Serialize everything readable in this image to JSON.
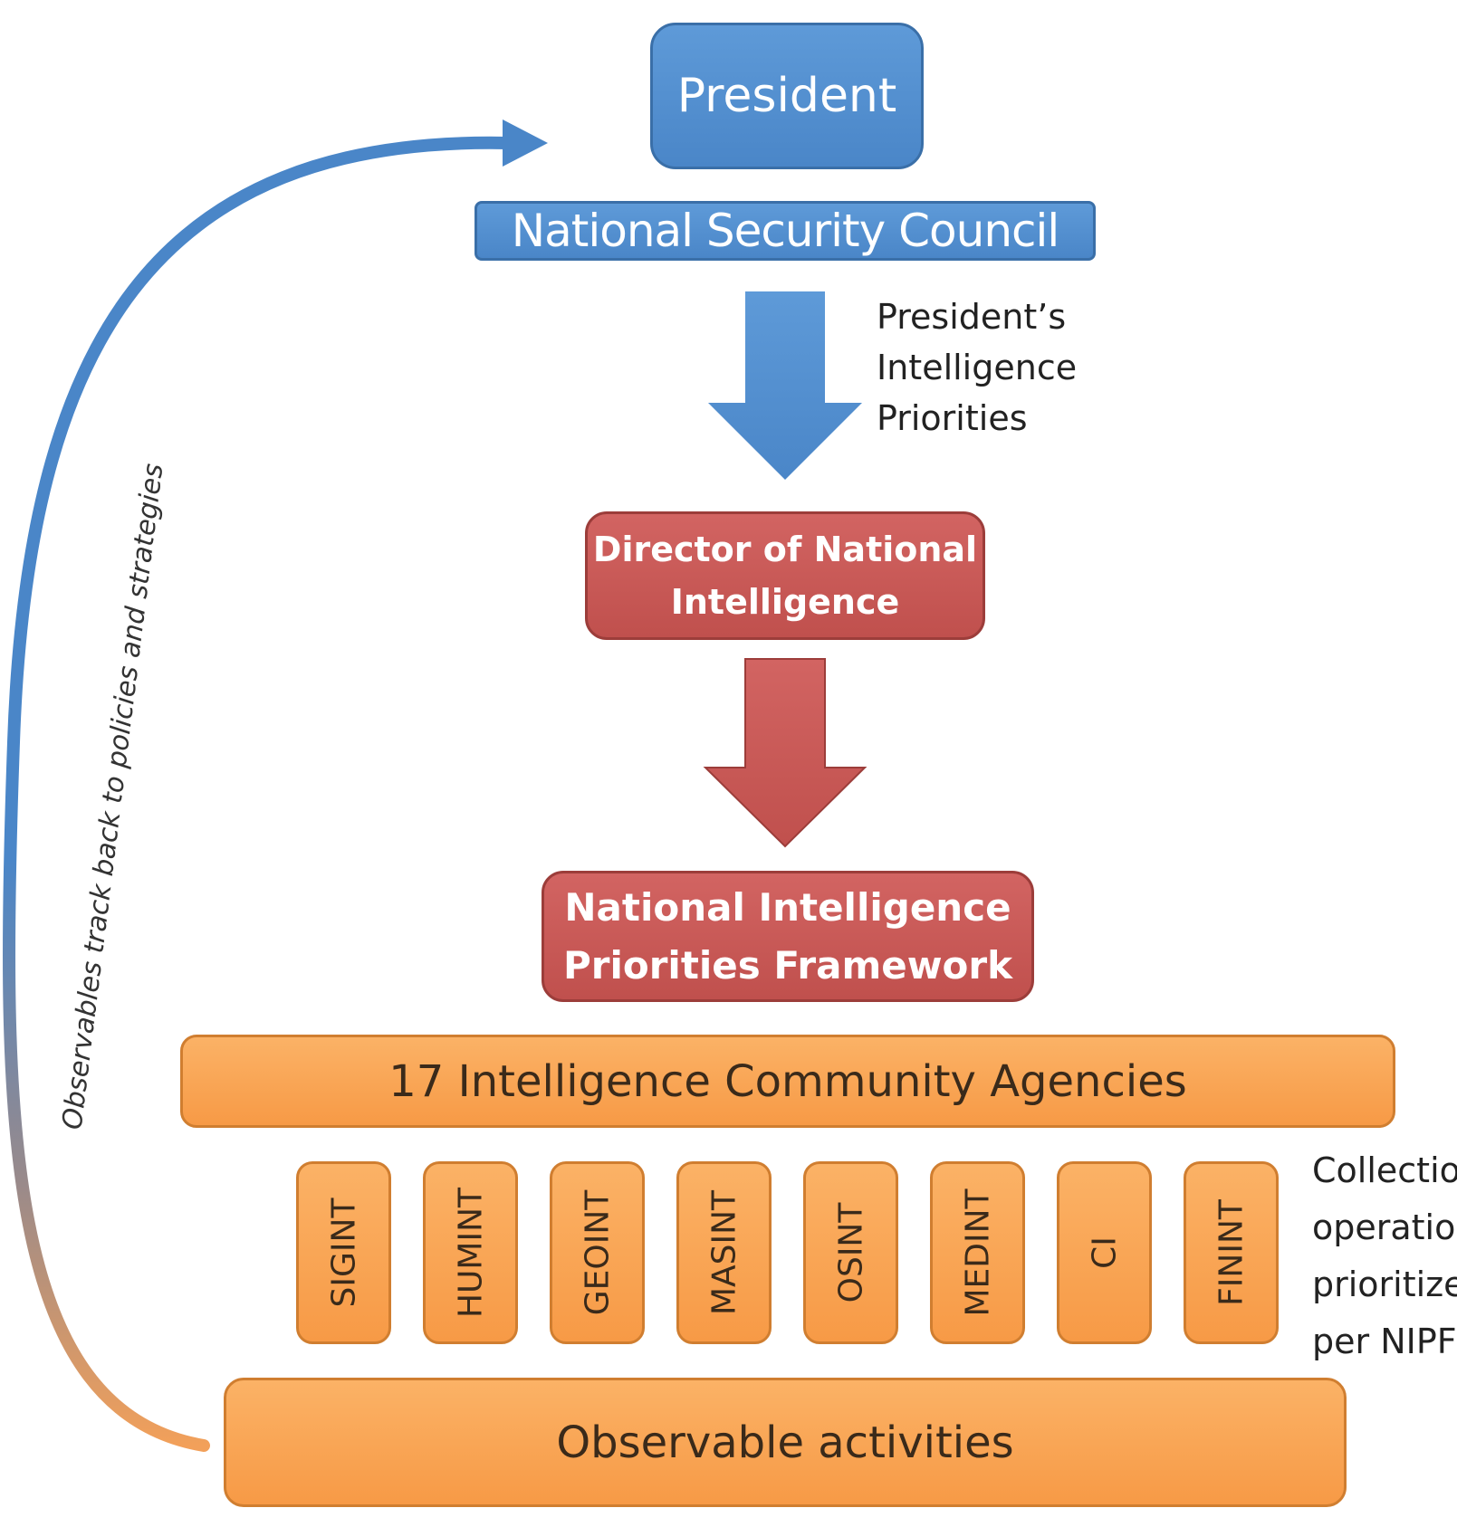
{
  "nodes": {
    "president": "President",
    "nsc": "National Security Council",
    "dni_line1": "Director of National",
    "dni_line2": "Intelligence",
    "nipf_line1": "National Intelligence",
    "nipf_line2": "Priorities Framework",
    "agencies": "17 Intelligence Community Agencies",
    "observable": "Observable activities"
  },
  "disciplines": [
    "SIGINT",
    "HUMINT",
    "GEOINT",
    "MASINT",
    "OSINT",
    "MEDINT",
    "CI",
    "FININT"
  ],
  "annotations": {
    "priorities_line1": "President’s",
    "priorities_line2": "Intelligence",
    "priorities_line3": "Priorities",
    "collection_line1": "Collectio",
    "collection_line2": "operatio",
    "collection_line3": "prioritize",
    "collection_line4": "per NIPF",
    "feedback": "Observables track back to policies and strategies"
  },
  "colors": {
    "blue": "#4f81bd",
    "red": "#c0504d",
    "orange": "#f79646"
  }
}
